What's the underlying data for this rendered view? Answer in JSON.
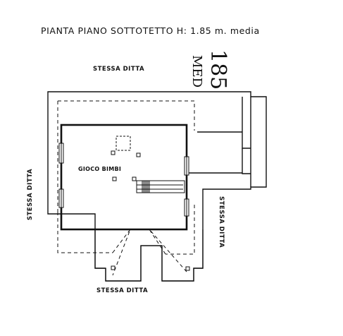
{
  "title": "PIANTA PIANO SOTTOTETTO H: 1.85 m. media",
  "handwritten_note": {
    "value": "185",
    "unit": "MED"
  },
  "labels": {
    "neighbor_top": "STESSA DITTA",
    "neighbor_left": "STESSA DITTA",
    "neighbor_right": "STESSA DITTA",
    "neighbor_bottom": "STESSA DITTA",
    "room": "GIOCO BIMBI"
  }
}
